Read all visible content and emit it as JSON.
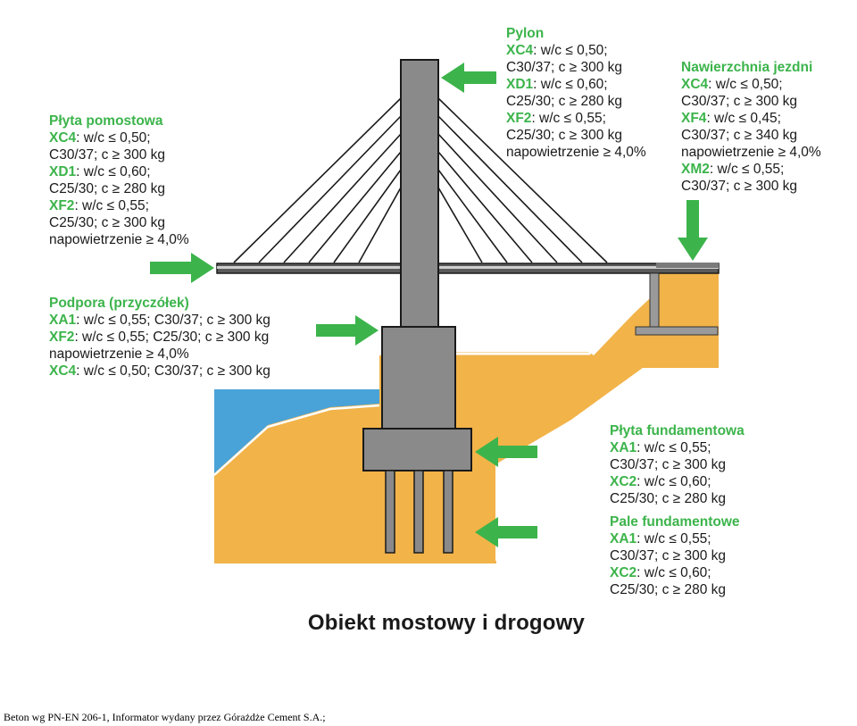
{
  "colors": {
    "accent": "#3cb44b",
    "soil": "#f2b349",
    "water": "#4aa3d8",
    "concrete": "#8a8a8a",
    "deck": "#5a5a5a",
    "text": "#1a1a1a"
  },
  "labels": {
    "pylon": {
      "title": "Pylon",
      "lines": [
        {
          "code": "XC4",
          "text": ": w/c ≤ 0,50;"
        },
        {
          "code": "",
          "text": "C30/37; c ≥ 300 kg"
        },
        {
          "code": "XD1",
          "text": ": w/c ≤ 0,60;"
        },
        {
          "code": "",
          "text": "C25/30; c ≥ 280 kg"
        },
        {
          "code": "XF2",
          "text": ": w/c ≤ 0,55;"
        },
        {
          "code": "",
          "text": "C25/30; c ≥ 300 kg"
        },
        {
          "code": "",
          "text": "napowietrzenie ≥ 4,0%"
        }
      ]
    },
    "nawierzchnia": {
      "title": "Nawierzchnia jezdni",
      "lines": [
        {
          "code": "XC4",
          "text": ": w/c ≤ 0,50;"
        },
        {
          "code": "",
          "text": "C30/37; c ≥ 300 kg"
        },
        {
          "code": "XF4",
          "text": ": w/c ≤ 0,45;"
        },
        {
          "code": "",
          "text": "C30/37; c ≥ 340 kg"
        },
        {
          "code": "",
          "text": "napowietrzenie ≥ 4,0%"
        },
        {
          "code": "XM2",
          "text": ": w/c ≤ 0,55;"
        },
        {
          "code": "",
          "text": "C30/37; c ≥ 300 kg"
        }
      ]
    },
    "plyta_pomostowa": {
      "title": "Płyta pomostowa",
      "lines": [
        {
          "code": "XC4",
          "text": ": w/c ≤ 0,50;"
        },
        {
          "code": "",
          "text": "C30/37; c ≥ 300 kg"
        },
        {
          "code": "XD1",
          "text": ": w/c ≤ 0,60;"
        },
        {
          "code": "",
          "text": "C25/30; c ≥ 280 kg"
        },
        {
          "code": "XF2",
          "text": ": w/c ≤ 0,55;"
        },
        {
          "code": "",
          "text": "C25/30; c ≥ 300 kg"
        },
        {
          "code": "",
          "text": "napowietrzenie ≥ 4,0%"
        }
      ]
    },
    "podpora": {
      "title": "Podpora (przyczółek)",
      "lines": [
        {
          "code": "XA1",
          "text": ": w/c ≤ 0,55; C30/37; c ≥ 300 kg"
        },
        {
          "code": "XF2",
          "text": ": w/c ≤ 0,55; C25/30; c ≥ 300 kg"
        },
        {
          "code": "",
          "text": "napowietrzenie ≥ 4,0%"
        },
        {
          "code": "XC4",
          "text": ": w/c ≤ 0,50; C30/37; c ≥ 300 kg"
        }
      ]
    },
    "plyta_fundamentowa": {
      "title": "Płyta fundamentowa",
      "lines": [
        {
          "code": "XA1",
          "text": ": w/c ≤ 0,55;"
        },
        {
          "code": "",
          "text": "C30/37; c ≥ 300 kg"
        },
        {
          "code": "XC2",
          "text": ": w/c ≤ 0,60;"
        },
        {
          "code": "",
          "text": "C25/30; c ≥ 280 kg"
        }
      ]
    },
    "pale": {
      "title": "Pale fundamentowe",
      "lines": [
        {
          "code": "XA1",
          "text": ": w/c ≤ 0,55;"
        },
        {
          "code": "",
          "text": "C30/37; c ≥ 300 kg"
        },
        {
          "code": "XC2",
          "text": ": w/c ≤ 0,60;"
        },
        {
          "code": "",
          "text": "C25/30; c ≥ 280 kg"
        }
      ]
    }
  },
  "caption": "Obiekt mostowy i drogowy",
  "source": "Beton wg PN-EN 206-1, Informator wydany przez Górażdże Cement S.A.;"
}
